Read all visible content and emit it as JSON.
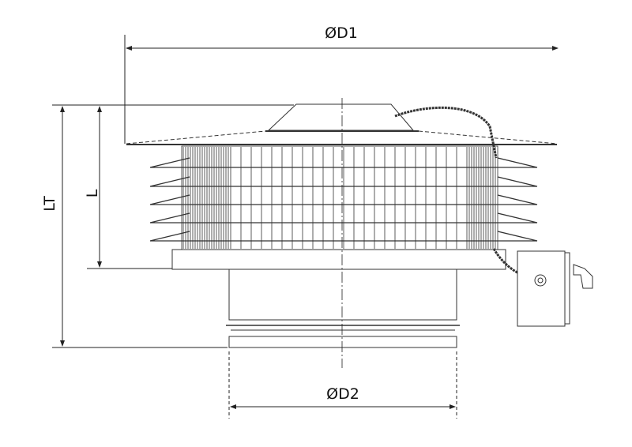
{
  "dimensions": {
    "d1": "ØD1",
    "d2": "ØD2",
    "lt": "LT",
    "l": "L"
  },
  "colors": {
    "line": "#111111",
    "body": "#333333"
  }
}
